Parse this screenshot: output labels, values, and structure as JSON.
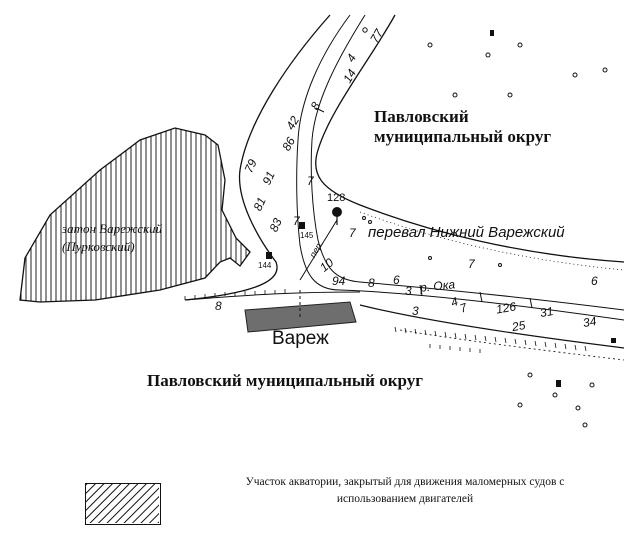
{
  "labels": {
    "district_top": "Павловский муниципальный округ",
    "district_bottom": "Павловский муниципальный округ",
    "backwater": "затон Варежский (Пурковский)",
    "pass": "перевал Нижний Варежский",
    "village": "Вареж",
    "river": "р. Ока",
    "crossing": "пер.",
    "marker_128": "128",
    "marker_145": "145",
    "marker_144": "144"
  },
  "depths": [
    "77",
    "4",
    "14",
    "8",
    "42",
    "86",
    "91",
    "81",
    "79",
    "83",
    "7",
    "10",
    "94",
    "8",
    "6",
    "3",
    "4",
    "7",
    "126",
    "31",
    "34",
    "25",
    "3",
    "7",
    "7",
    "6",
    "8",
    "7"
  ],
  "legend": {
    "text": "Участок акватории, закрытый для движения маломерных судов с использованием двигателей",
    "swatch_icon": "hatched-area-icon"
  },
  "colors": {
    "ink": "#111111",
    "hatch": "#222222",
    "village_fill": "#6e6e6e"
  }
}
